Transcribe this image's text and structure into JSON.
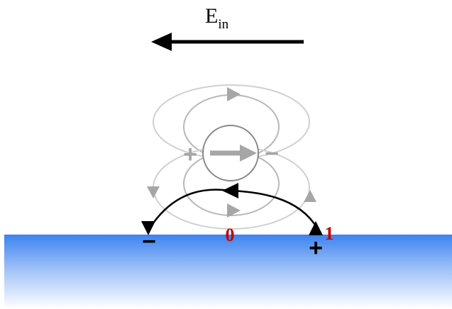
{
  "field_label": {
    "main": "E",
    "subscript": "in"
  },
  "dipole": {
    "plus_sign": "+",
    "minus_sign": "−"
  },
  "surface_labels": {
    "zero": "0",
    "one": "1"
  },
  "surface_signs": {
    "left_minus": "−",
    "right_plus": "+"
  },
  "colors": {
    "field_arrow": "#000000",
    "dipole_gray": "#a6a6a6",
    "field_lines_outer": "#d0d0d0",
    "field_lines_inner": "#b8b8b8",
    "arc": "#000000",
    "label_red": "#c00000",
    "surface_top": "#3d82f0",
    "surface_bottom": "#ffffff"
  },
  "icons": {
    "field_arrow": "left-arrow-icon",
    "dipole_arrow": "right-arrow-icon",
    "arc_arrowheads": "triangle-icon"
  }
}
